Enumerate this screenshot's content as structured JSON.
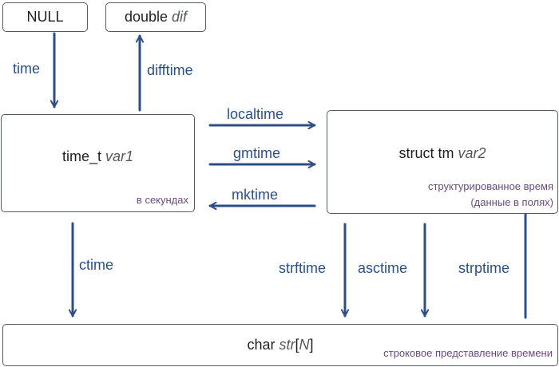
{
  "colors": {
    "arrow": "#2d4f86",
    "border": "#555a60",
    "note": "#6d4a7e"
  },
  "nodes": {
    "null": {
      "label": "NULL"
    },
    "double": {
      "type": "double",
      "var": "dif"
    },
    "time_t": {
      "type": "time_t",
      "var": "var1",
      "note": "в секундах"
    },
    "struct_tm": {
      "type": "struct tm",
      "var": "var2",
      "note_line1": "структурированное время",
      "note_line2": "(данные в полях)"
    },
    "char": {
      "type": "char",
      "var": "str",
      "open": "[",
      "index": "N",
      "close": "]",
      "note": "строковое представление времени"
    }
  },
  "edges": {
    "time": "time",
    "difftime": "difftime",
    "localtime": "localtime",
    "gmtime": "gmtime",
    "mktime": "mktime",
    "ctime": "ctime",
    "strftime": "strftime",
    "asctime": "asctime",
    "strptime": "strptime"
  }
}
